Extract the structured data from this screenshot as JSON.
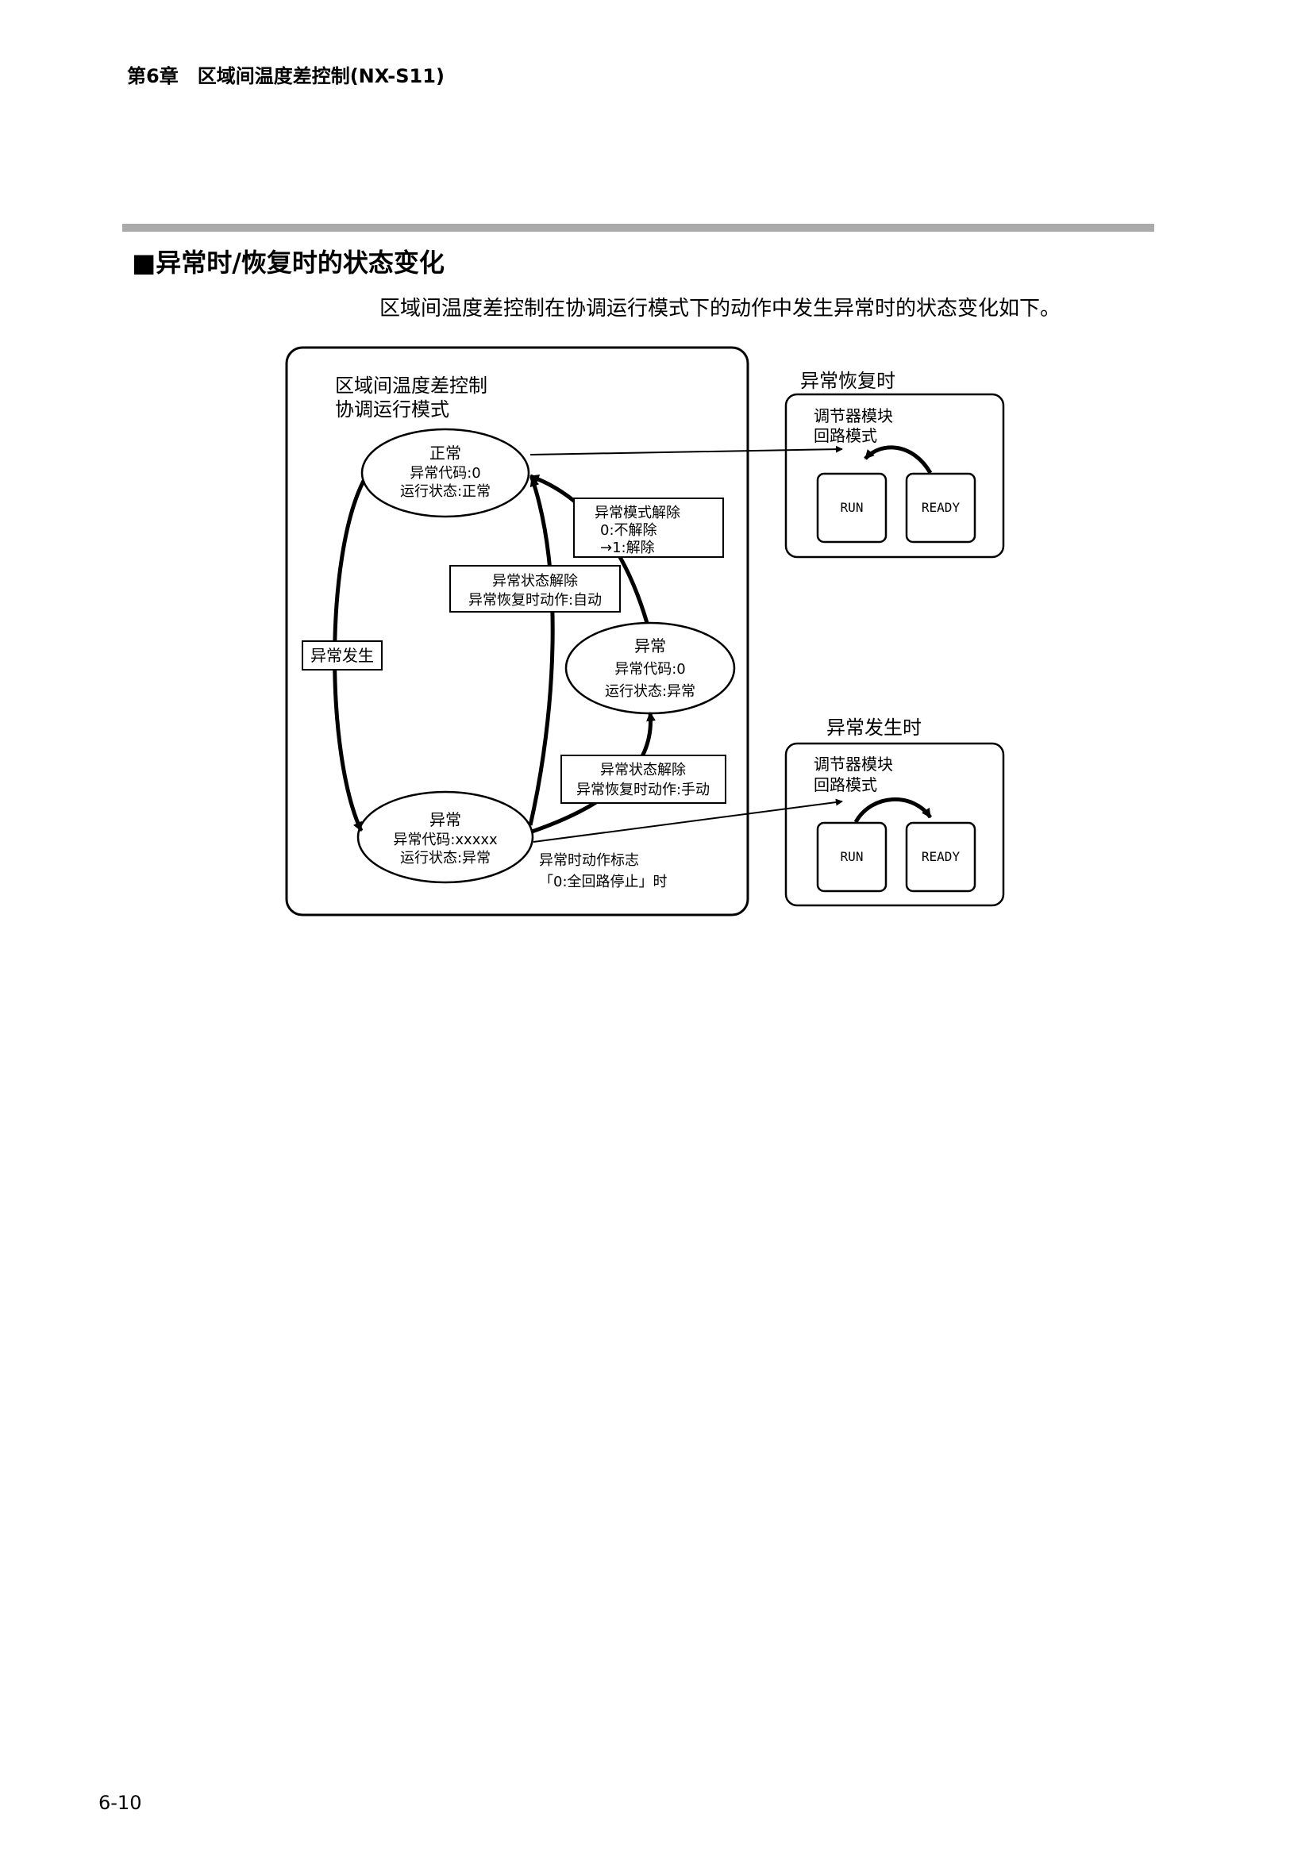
{
  "header": {
    "chapter": "第6章　区域间温度差控制(NX-S11)"
  },
  "section": {
    "title": "■异常时/恢复时的状态变化",
    "intro": "区域间温度差控制在协调运行模式下的动作中发生异常时的状态变化如下。"
  },
  "diagram": {
    "main_box": {
      "title_line1": "区域间温度差控制",
      "title_line2": "协调运行模式"
    },
    "state_normal": {
      "title": "正常",
      "code": "异常代码:0",
      "status": "运行状态:正常"
    },
    "state_error_recovering": {
      "title": "异常",
      "code": "异常代码:0",
      "status": "运行状态:异常"
    },
    "state_error": {
      "title": "异常",
      "code": "异常代码:xxxxx",
      "status": "运行状态:异常"
    },
    "label_error_occurred": "异常发生",
    "label_mode_release": {
      "line1": "异常模式解除",
      "line2": "0:不解除",
      "line3": "→1:解除"
    },
    "label_auto_release": {
      "line1": "异常状态解除",
      "line2": "异常恢复时动作:自动"
    },
    "label_manual_release": {
      "line1": "异常状态解除",
      "line2": "异常恢复时动作:手动"
    },
    "note_all_stop": {
      "line1": "异常时动作标志",
      "line2": "「0:全回路停止」时"
    },
    "recovery_panel": {
      "title": "异常恢复时",
      "module_line1": "调节器模块",
      "module_line2": "回路模式",
      "run": "RUN",
      "ready": "READY"
    },
    "error_panel": {
      "title": "异常发生时",
      "module_line1": "调节器模块",
      "module_line2": "回路模式",
      "run": "RUN",
      "ready": "READY"
    }
  },
  "footer": {
    "page_number": "6-10"
  }
}
